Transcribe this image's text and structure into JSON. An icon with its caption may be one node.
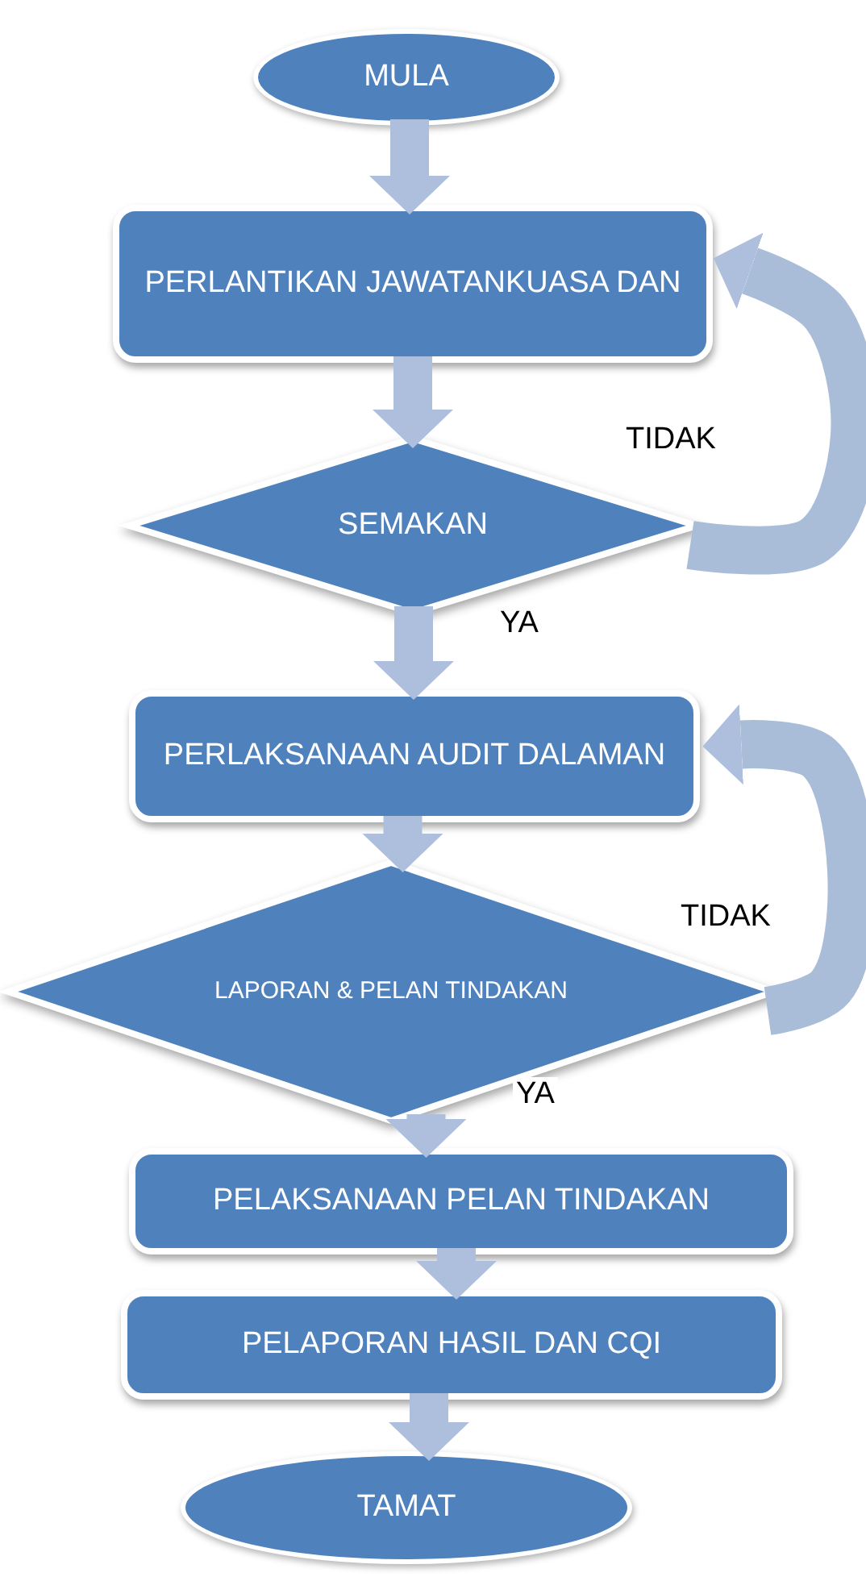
{
  "diagram": {
    "nodes": [
      {
        "text": [
          "MULA"
        ]
      },
      {
        "text": [
          "PERLANTIKAN JAWATANKUASA DAN"
        ]
      },
      {
        "text": [
          "SEMAKAN"
        ]
      },
      {
        "text": [
          "PERLAKSANAAN AUDIT DALAMAN"
        ]
      },
      {
        "text": [
          "LAPORAN & PELAN TINDAKAN"
        ]
      },
      {
        "text": [
          "PELAKSANAAN PELAN TINDAKAN"
        ]
      },
      {
        "text": [
          "PELAPORAN HASIL  DAN CQI"
        ]
      },
      {
        "text": [
          "TAMAT"
        ]
      }
    ],
    "edges": [
      {
        "from": 0,
        "to": 1,
        "arrow": "to"
      },
      {
        "from": 1,
        "to": 2,
        "arrow": "to"
      },
      {
        "from": 2,
        "to": 3,
        "arrow": "to",
        "label": "YA"
      },
      {
        "from": 2,
        "to": 1,
        "arrow": "to",
        "label": "TIDAK"
      },
      {
        "from": 3,
        "to": 4,
        "arrow": "to"
      },
      {
        "from": 4,
        "to": 5,
        "arrow": "to",
        "label": "YA"
      },
      {
        "from": 4,
        "to": 3,
        "arrow": "to",
        "label": "TIDAK"
      },
      {
        "from": 5,
        "to": 6,
        "arrow": "to"
      },
      {
        "from": 6,
        "to": 7,
        "arrow": "to"
      }
    ]
  }
}
